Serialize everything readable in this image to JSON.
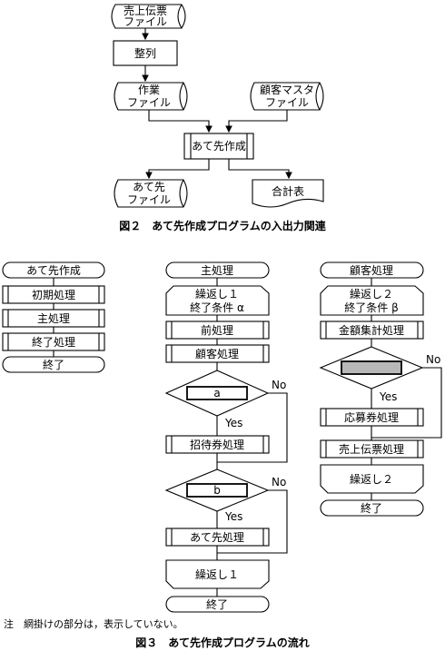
{
  "figure2": {
    "caption": "図２　あて先作成プログラムの入出力関連",
    "sales_file": [
      "売上伝票",
      "ファイル"
    ],
    "sort": "整列",
    "work_file": [
      "作業",
      "ファイル"
    ],
    "customer_master": [
      "顧客マスタ",
      "ファイル"
    ],
    "create_program": "あて先作成",
    "address_file": [
      "あて先",
      "ファイル"
    ],
    "total_report": "合計表"
  },
  "figure3": {
    "caption": "図３　あて先作成プログラムの流れ",
    "note": "注　網掛けの部分は，表示していない。",
    "yes": "Yes",
    "no": "No",
    "left": {
      "start": "あて先作成",
      "init": "初期処理",
      "main": "主処理",
      "end_proc": "終了処理",
      "end": "終了"
    },
    "middle": {
      "start": "主処理",
      "loop1": [
        "繰返し１",
        "終了条件 α"
      ],
      "pre": "前処理",
      "customer": "顧客処理",
      "cond_a": "a",
      "invite": "招待券処理",
      "cond_b": "b",
      "address": "あて先処理",
      "loop1_end": "繰返し１",
      "end": "終了"
    },
    "right": {
      "start": "顧客処理",
      "loop2": [
        "繰返し２",
        "終了条件 β"
      ],
      "amount": "金額集計処理",
      "apply": "応募券処理",
      "sales": "売上伝票処理",
      "loop2_end": "繰返し２",
      "end": "終了"
    }
  }
}
